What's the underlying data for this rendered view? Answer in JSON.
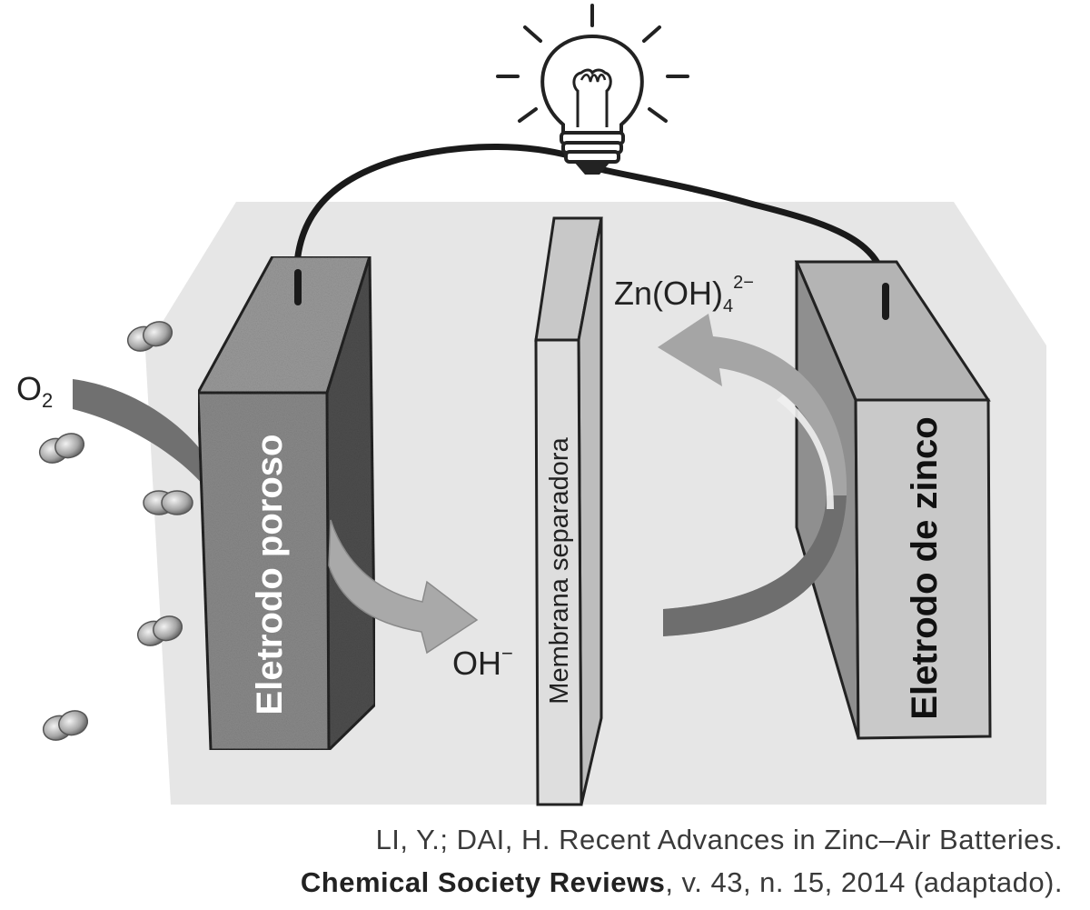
{
  "diagram": {
    "labels": {
      "o2": "O",
      "o2_sub": "2",
      "porous_electrode": "Eletrodo poroso",
      "membrane": "Membrana separadora",
      "zinc_electrode": "Eletrodo de zinco",
      "hydroxide": "OH",
      "hydroxide_charge": "−",
      "zincate": "Zn(OH)",
      "zincate_sub": "4",
      "zincate_charge": "2−"
    },
    "icons": [
      "light-bulb-icon",
      "oxygen-molecule-icon"
    ],
    "colors": {
      "cell_background": "#e6e6e6",
      "porous_front": "#8a8a8a",
      "porous_side": "#4e4e4e",
      "membrane": "#dedede",
      "zinc_front": "#c9c9c9",
      "arrow": "#a9a9a9",
      "wire": "#1a1a1a"
    }
  },
  "reference": {
    "line1": "LI, Y.; DAI, H. Recent Advances in Zinc–Air Batteries.",
    "journal": "Chemical Society Reviews",
    "line2_rest": ", v. 43, n. 15, 2014 (adaptado)."
  }
}
